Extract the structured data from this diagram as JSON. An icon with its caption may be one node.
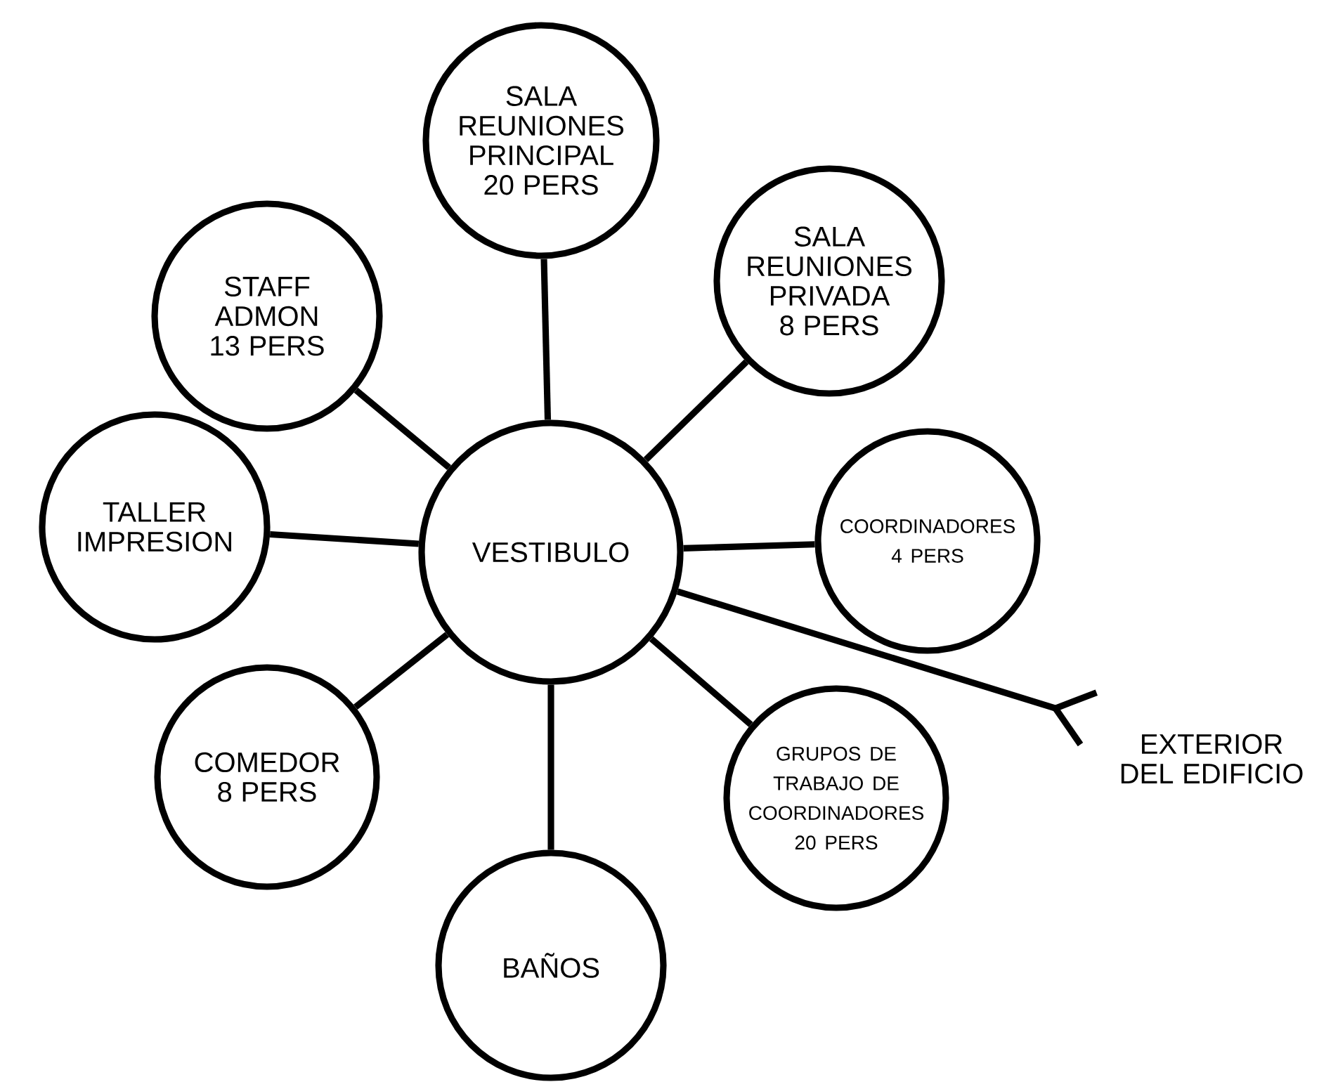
{
  "diagram": {
    "nodes": [
      {
        "text": [
          "SALA REUNIONES PRINCIPAL 20 PERS"
        ]
      },
      {
        "text": [
          "STAFF ADMON 13 PERS"
        ]
      },
      {
        "text": [
          "SALA REUNIONES PRIVADA 8 PERS"
        ]
      },
      {
        "text": [
          "TALLER IMPRESION"
        ]
      },
      {
        "text": [
          "VESTIBULO"
        ]
      },
      {
        "text": [
          "COORDINADORES 4 PERS"
        ]
      },
      {
        "text": [
          "COMEDOR 8 PERS"
        ]
      },
      {
        "text": [
          "GRUPOS DE TRABAJO DE COORDINADORES 20 PERS"
        ]
      },
      {
        "text": [
          "EXTERIOR DEL EDIFICIO"
        ]
      },
      {
        "text": [
          "BAÑOS"
        ]
      }
    ],
    "edges": [
      {
        "from": 4,
        "to": 0,
        "arrow": "none"
      },
      {
        "from": 4,
        "to": 1,
        "arrow": "none"
      },
      {
        "from": 4,
        "to": 2,
        "arrow": "none"
      },
      {
        "from": 4,
        "to": 3,
        "arrow": "none"
      },
      {
        "from": 4,
        "to": 5,
        "arrow": "none"
      },
      {
        "from": 4,
        "to": 6,
        "arrow": "none"
      },
      {
        "from": 4,
        "to": 7,
        "arrow": "none"
      },
      {
        "from": 4,
        "to": 8,
        "arrow": "other"
      },
      {
        "from": 4,
        "to": 9,
        "arrow": "none"
      }
    ]
  }
}
